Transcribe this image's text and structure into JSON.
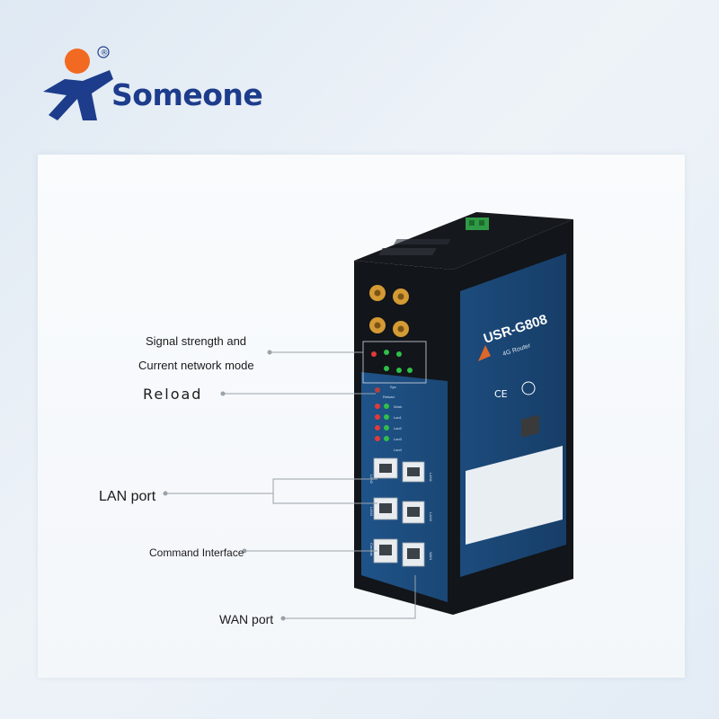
{
  "brand": {
    "name": "Someone",
    "registered_mark": "®"
  },
  "device": {
    "model": "USR-G808",
    "subtitle": "4G Router",
    "ports": {
      "lan_top_left": "LAN2",
      "lan_top_right": "LAN1",
      "lan_mid_left": "LAN4",
      "lan_mid_right": "LAN3",
      "console": "Console",
      "wan": "WAN"
    },
    "leds": {
      "group_label": "Sys",
      "reload": "Reload",
      "status": [
        "Work",
        "Lan1",
        "Lan2",
        "Lan3",
        "Lan4"
      ]
    },
    "cert_marks": [
      "CE"
    ]
  },
  "annotations": {
    "signal_line1": "Signal strength and",
    "signal_line2": "Current network mode",
    "reload": "Reload",
    "lan_port": "LAN port",
    "command_interface": "Command Interface",
    "wan_port": "WAN port"
  },
  "colors": {
    "brand_blue": "#1d3c8c",
    "logo_orange": "#f26a21",
    "device_blue": "#1d4a7a",
    "device_dark": "#101317",
    "led_green": "#2fbf4a",
    "led_red": "#e03a3a",
    "leader_line": "#9aa2aa"
  }
}
